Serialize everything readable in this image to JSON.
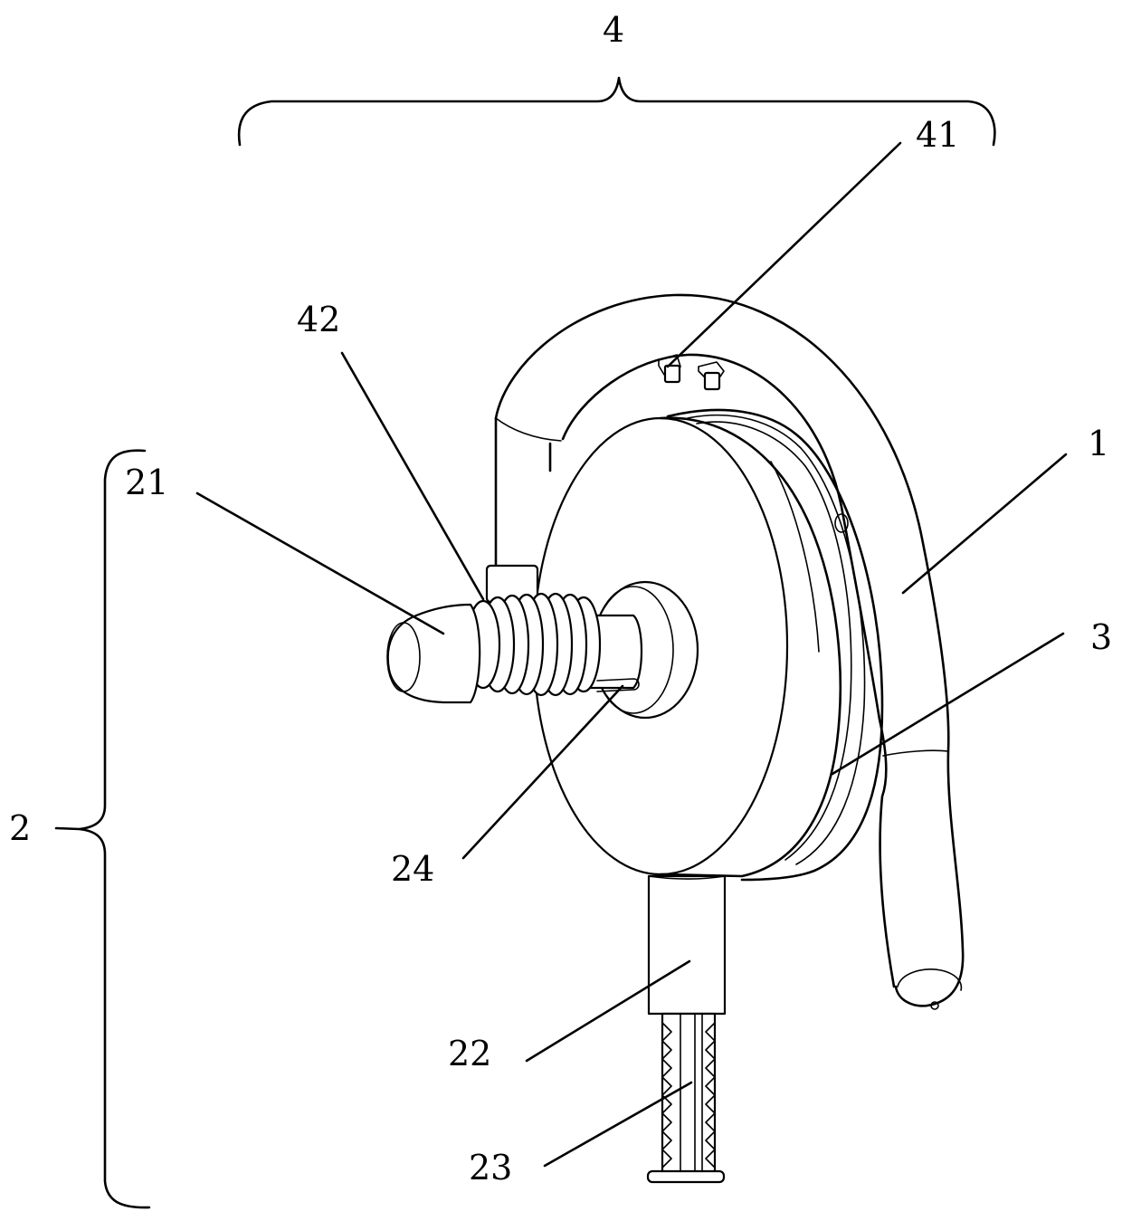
{
  "labels": {
    "l4": "4",
    "l41": "41",
    "l42": "42",
    "l21": "21",
    "l1": "1",
    "l3": "3",
    "l2": "2",
    "l24": "24",
    "l22": "22",
    "l23": "23"
  }
}
